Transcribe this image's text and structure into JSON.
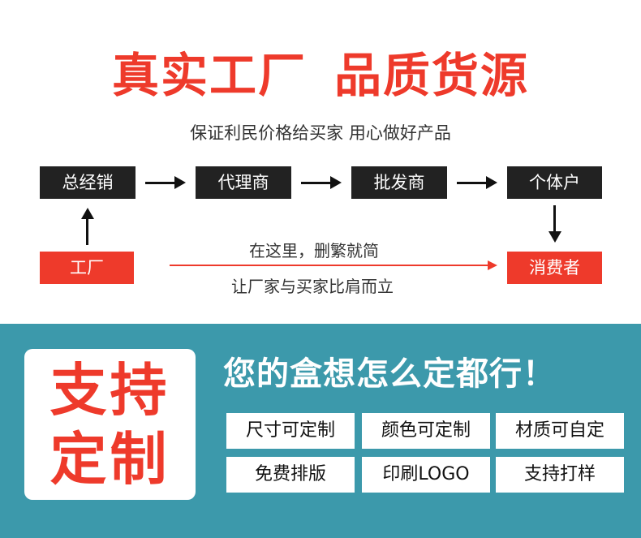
{
  "headline": {
    "left": "真实工厂",
    "right": "品质货源"
  },
  "subline": "保证利民价格给买家  用心做好产品",
  "chain": [
    "总经销",
    "代理商",
    "批发商",
    "个体户"
  ],
  "factory": "工厂",
  "consumer": "消费者",
  "note_top": "在这里，删繁就简",
  "note_bottom": "让厂家与买家比肩而立",
  "custom": {
    "line1": "支持",
    "line2": "定制"
  },
  "slogan": "您的盒想怎么定都行！",
  "options": [
    "尺寸可定制",
    "颜色可定制",
    "材质可自定",
    "免费排版",
    "印刷LOGO",
    "支持打样"
  ],
  "colors": {
    "accent": "#ee3a2b",
    "dark": "#222222",
    "band": "#3c99ab"
  }
}
